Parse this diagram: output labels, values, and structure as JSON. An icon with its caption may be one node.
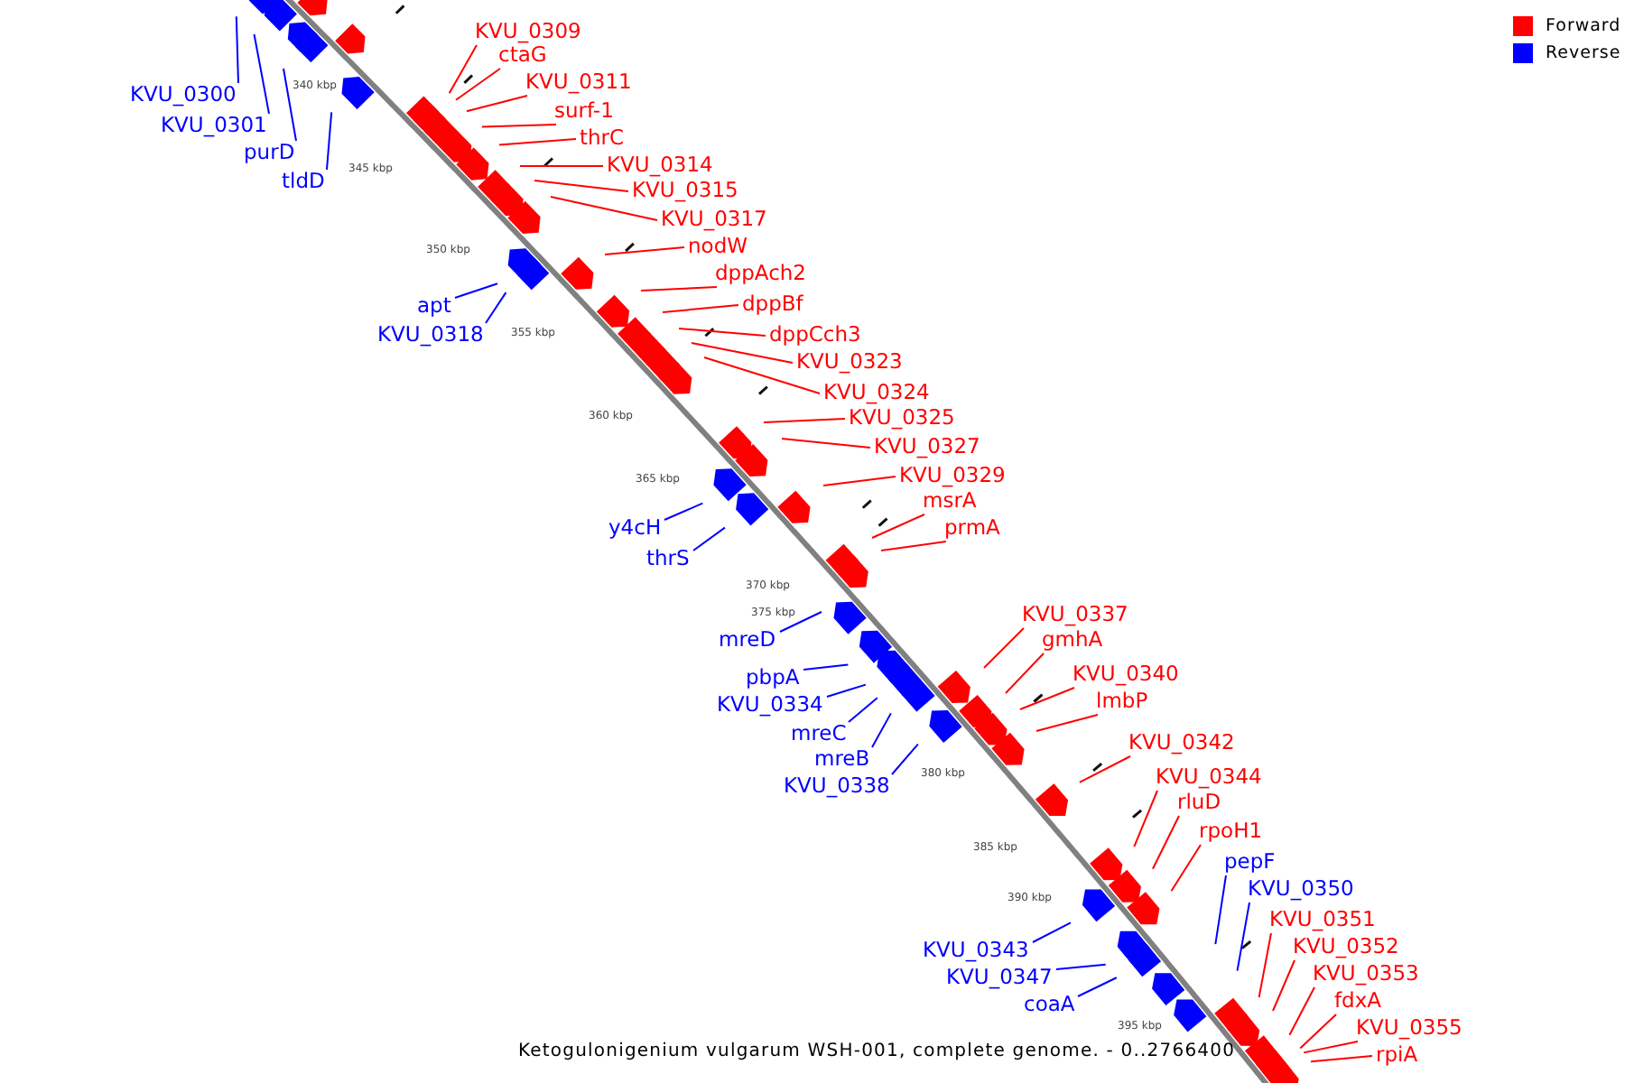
{
  "diagram": {
    "caption": "Ketogulonigenium vulgarum WSH-001, complete genome. - 0..2766400",
    "nodes": [
      {
        "text": [
          "KVU_0309"
        ]
      },
      {
        "text": [
          "ctaG"
        ]
      },
      {
        "text": [
          "KVU_0311"
        ]
      },
      {
        "text": [
          "KVU_0300"
        ]
      },
      {
        "text": [
          "surf-1"
        ]
      },
      {
        "text": [
          "KVU_0301"
        ]
      },
      {
        "text": [
          "thrC"
        ]
      },
      {
        "text": [
          "purD"
        ]
      },
      {
        "text": [
          "KVU_0314"
        ]
      },
      {
        "text": [
          "tldD"
        ]
      },
      {
        "text": [
          "KVU_0315"
        ]
      },
      {
        "text": [
          "KVU_0317"
        ]
      },
      {
        "text": [
          "nodW"
        ]
      },
      {
        "text": [
          "dppAch2"
        ]
      },
      {
        "text": [
          "dppBf"
        ]
      },
      {
        "text": [
          "apt"
        ]
      },
      {
        "text": [
          "dppCch3"
        ]
      },
      {
        "text": [
          "KVU_0318"
        ]
      },
      {
        "text": [
          "KVU_0323"
        ]
      },
      {
        "text": [
          "KVU_0324"
        ]
      },
      {
        "text": [
          "KVU_0325"
        ]
      },
      {
        "text": [
          "KVU_0327"
        ]
      },
      {
        "text": [
          "KVU_0329"
        ]
      },
      {
        "text": [
          "msrA"
        ]
      },
      {
        "text": [
          "prmA"
        ]
      },
      {
        "text": [
          "y4cH"
        ]
      },
      {
        "text": [
          "thrS"
        ]
      },
      {
        "text": [
          "KVU_0337"
        ]
      },
      {
        "text": [
          "mreD"
        ]
      },
      {
        "text": [
          "gmhA"
        ]
      },
      {
        "text": [
          "KVU_0340"
        ]
      },
      {
        "text": [
          "pbpA"
        ]
      },
      {
        "text": [
          "lmbP"
        ]
      },
      {
        "text": [
          "KVU_0334"
        ]
      },
      {
        "text": [
          "mreC"
        ]
      },
      {
        "text": [
          "KVU_0342"
        ]
      },
      {
        "text": [
          "mreB"
        ]
      },
      {
        "text": [
          "KVU_0344"
        ]
      },
      {
        "text": [
          "KVU_0338"
        ]
      },
      {
        "text": [
          "rluD"
        ]
      },
      {
        "text": [
          "rpoH1"
        ]
      },
      {
        "text": [
          "pepF"
        ]
      },
      {
        "text": [
          "KVU_0350"
        ]
      },
      {
        "text": [
          "KVU_0351"
        ]
      },
      {
        "text": [
          "KVU_0352"
        ]
      },
      {
        "text": [
          "KVU_0343"
        ]
      },
      {
        "text": [
          "KVU_0353"
        ]
      },
      {
        "text": [
          "KVU_0347"
        ]
      },
      {
        "text": [
          "fdxA"
        ]
      },
      {
        "text": [
          "coaA"
        ]
      },
      {
        "text": [
          "KVU_0355"
        ]
      },
      {
        "text": [
          "rpiA"
        ]
      }
    ],
    "edges": [
      {
        "from": 0,
        "to": null,
        "arrow": "none"
      },
      {
        "from": 1,
        "to": null,
        "arrow": "none"
      },
      {
        "from": 2,
        "to": null,
        "arrow": "none"
      },
      {
        "from": 3,
        "to": null,
        "arrow": "none",
        "color": "#0000ff"
      },
      {
        "from": 4,
        "to": null,
        "arrow": "none"
      },
      {
        "from": 5,
        "to": null,
        "arrow": "none",
        "color": "#0000ff"
      },
      {
        "from": 6,
        "to": null,
        "arrow": "none"
      },
      {
        "from": 7,
        "to": null,
        "arrow": "none",
        "color": "#0000ff"
      },
      {
        "from": 8,
        "to": null,
        "arrow": "none"
      },
      {
        "from": 9,
        "to": null,
        "arrow": "none",
        "color": "#0000ff"
      },
      {
        "from": 10,
        "to": null,
        "arrow": "none"
      },
      {
        "from": 11,
        "to": null,
        "arrow": "none"
      },
      {
        "from": 12,
        "to": null,
        "arrow": "none"
      },
      {
        "from": 13,
        "to": null,
        "arrow": "none"
      },
      {
        "from": 14,
        "to": null,
        "arrow": "none"
      },
      {
        "from": 15,
        "to": null,
        "arrow": "none",
        "color": "#0000ff"
      },
      {
        "from": 16,
        "to": null,
        "arrow": "none"
      },
      {
        "from": 17,
        "to": null,
        "arrow": "none",
        "color": "#0000ff"
      },
      {
        "from": 18,
        "to": null,
        "arrow": "none"
      },
      {
        "from": 19,
        "to": null,
        "arrow": "none"
      },
      {
        "from": 20,
        "to": null,
        "arrow": "none"
      },
      {
        "from": 21,
        "to": null,
        "arrow": "none"
      },
      {
        "from": 22,
        "to": null,
        "arrow": "none"
      },
      {
        "from": 23,
        "to": null,
        "arrow": "none"
      },
      {
        "from": 24,
        "to": null,
        "arrow": "none"
      },
      {
        "from": 25,
        "to": null,
        "arrow": "none",
        "color": "#0000ff"
      },
      {
        "from": 26,
        "to": null,
        "arrow": "none",
        "color": "#0000ff"
      },
      {
        "from": 27,
        "to": null,
        "arrow": "none"
      },
      {
        "from": 28,
        "to": null,
        "arrow": "none",
        "color": "#0000ff"
      },
      {
        "from": 29,
        "to": null,
        "arrow": "none"
      },
      {
        "from": 30,
        "to": null,
        "arrow": "none"
      },
      {
        "from": 31,
        "to": null,
        "arrow": "none",
        "color": "#0000ff"
      },
      {
        "from": 32,
        "to": null,
        "arrow": "none"
      },
      {
        "from": 33,
        "to": null,
        "arrow": "none",
        "color": "#0000ff"
      },
      {
        "from": 34,
        "to": null,
        "arrow": "none",
        "color": "#0000ff"
      },
      {
        "from": 35,
        "to": null,
        "arrow": "none"
      },
      {
        "from": 36,
        "to": null,
        "arrow": "none",
        "color": "#0000ff"
      },
      {
        "from": 37,
        "to": null,
        "arrow": "none"
      },
      {
        "from": 38,
        "to": null,
        "arrow": "none",
        "color": "#0000ff"
      },
      {
        "from": 39,
        "to": null,
        "arrow": "none"
      },
      {
        "from": 40,
        "to": null,
        "arrow": "none"
      },
      {
        "from": 41,
        "to": null,
        "arrow": "none",
        "color": "#0000ff"
      },
      {
        "from": 42,
        "to": null,
        "arrow": "none",
        "color": "#0000ff"
      },
      {
        "from": 43,
        "to": null,
        "arrow": "none"
      },
      {
        "from": 44,
        "to": null,
        "arrow": "none"
      },
      {
        "from": 45,
        "to": null,
        "arrow": "none",
        "color": "#0000ff"
      },
      {
        "from": 46,
        "to": null,
        "arrow": "none"
      },
      {
        "from": 47,
        "to": null,
        "arrow": "none",
        "color": "#0000ff"
      },
      {
        "from": 48,
        "to": null,
        "arrow": "none"
      },
      {
        "from": 49,
        "to": null,
        "arrow": "none",
        "color": "#0000ff"
      },
      {
        "from": 50,
        "to": null,
        "arrow": "none"
      },
      {
        "from": 51,
        "to": null,
        "arrow": "none"
      }
    ],
    "labels": [
      "340 kbp",
      "345 kbp",
      "350 kbp",
      "355 kbp",
      "360 kbp",
      "365 kbp",
      "370 kbp",
      "375 kbp",
      "380 kbp",
      "385 kbp",
      "390 kbp",
      "395 kbp"
    ],
    "legend": [
      {
        "text": "Forward",
        "color": "#ff0000"
      },
      {
        "text": "Reverse",
        "color": "#0000ff"
      }
    ]
  }
}
